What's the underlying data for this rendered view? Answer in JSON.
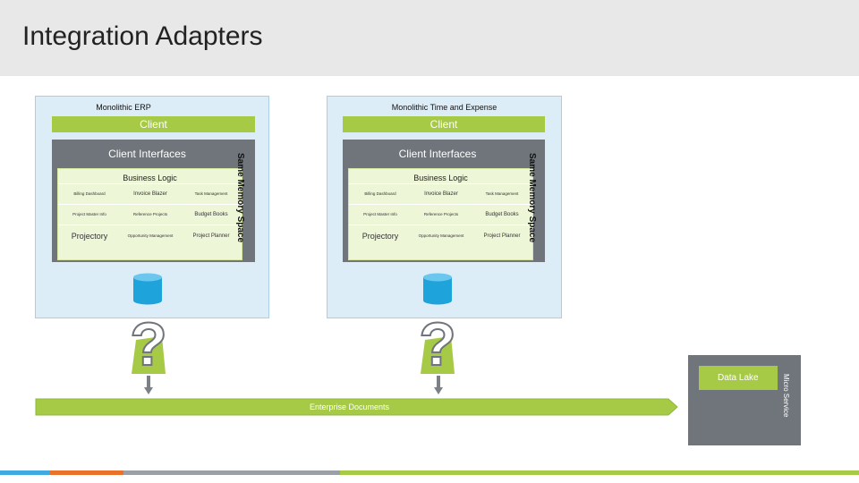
{
  "title": "Integration Adapters",
  "systems": [
    {
      "name": "Monolithic ERP",
      "client": "Client",
      "client_interfaces": "Client Interfaces",
      "business_logic": "Business Logic",
      "memory_label": "Same Memory Space",
      "modules": [
        "Billing Dashboard",
        "Invoice Blazer",
        "Task Management",
        "Project Master Info",
        "Reference Projects",
        "Budget Books",
        "Projectory",
        "Opportunity Management",
        "Project Planner"
      ]
    },
    {
      "name": "Monolithic Time and Expense",
      "client": "Client",
      "client_interfaces": "Client Interfaces",
      "business_logic": "Business Logic",
      "memory_label": "Same Memory Space",
      "modules": [
        "Billing Dashboard",
        "Invoice Blazer",
        "Task Management",
        "Project Master Info",
        "Reference Projects",
        "Budget Books",
        "Projectory",
        "Opportunity Management",
        "Project Planner"
      ]
    }
  ],
  "question_mark": "?",
  "enterprise_documents": "Enterprise Documents",
  "data_lake": "Data Lake",
  "micro_service": "Micro Service",
  "colors": {
    "green": "#a6ca45",
    "gray": "#6f757b",
    "light_blue": "#dcedf8",
    "db_blue": "#1fa3db",
    "footer": [
      "#3fa9e0",
      "#e9712a",
      "#9aa0a6",
      "#a6ca45"
    ]
  }
}
